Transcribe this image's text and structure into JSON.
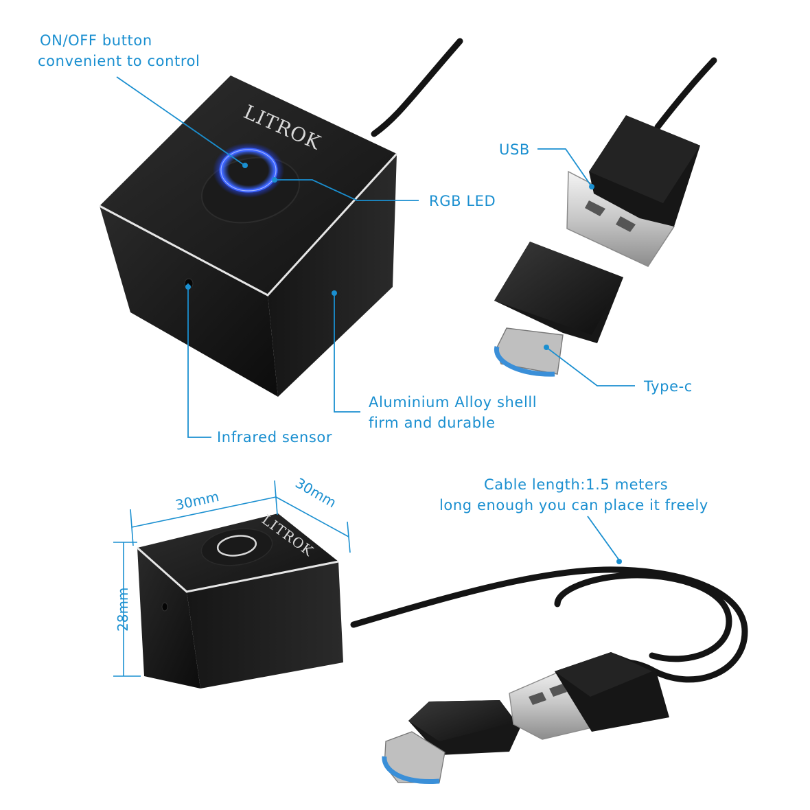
{
  "brand": "LITROK",
  "labels": {
    "button_line1": "ON/OFF button",
    "button_line2": "convenient to control",
    "rgb_led": "RGB LED",
    "usb": "USB",
    "type_c": "Type-c",
    "shell_line1": "Aluminium Alloy shelll",
    "shell_line2": "firm and durable",
    "infrared": "Infrared sensor",
    "cable_line1": "Cable length:1.5 meters",
    "cable_line2": "long enough you can place it freely"
  },
  "dimensions": {
    "width": "30mm",
    "depth": "30mm",
    "height": "28mm"
  },
  "colors": {
    "accent": "#1a8fd0",
    "led": "#2f5cff",
    "body": "#141414",
    "usb_tip": "#3a8fd8"
  }
}
